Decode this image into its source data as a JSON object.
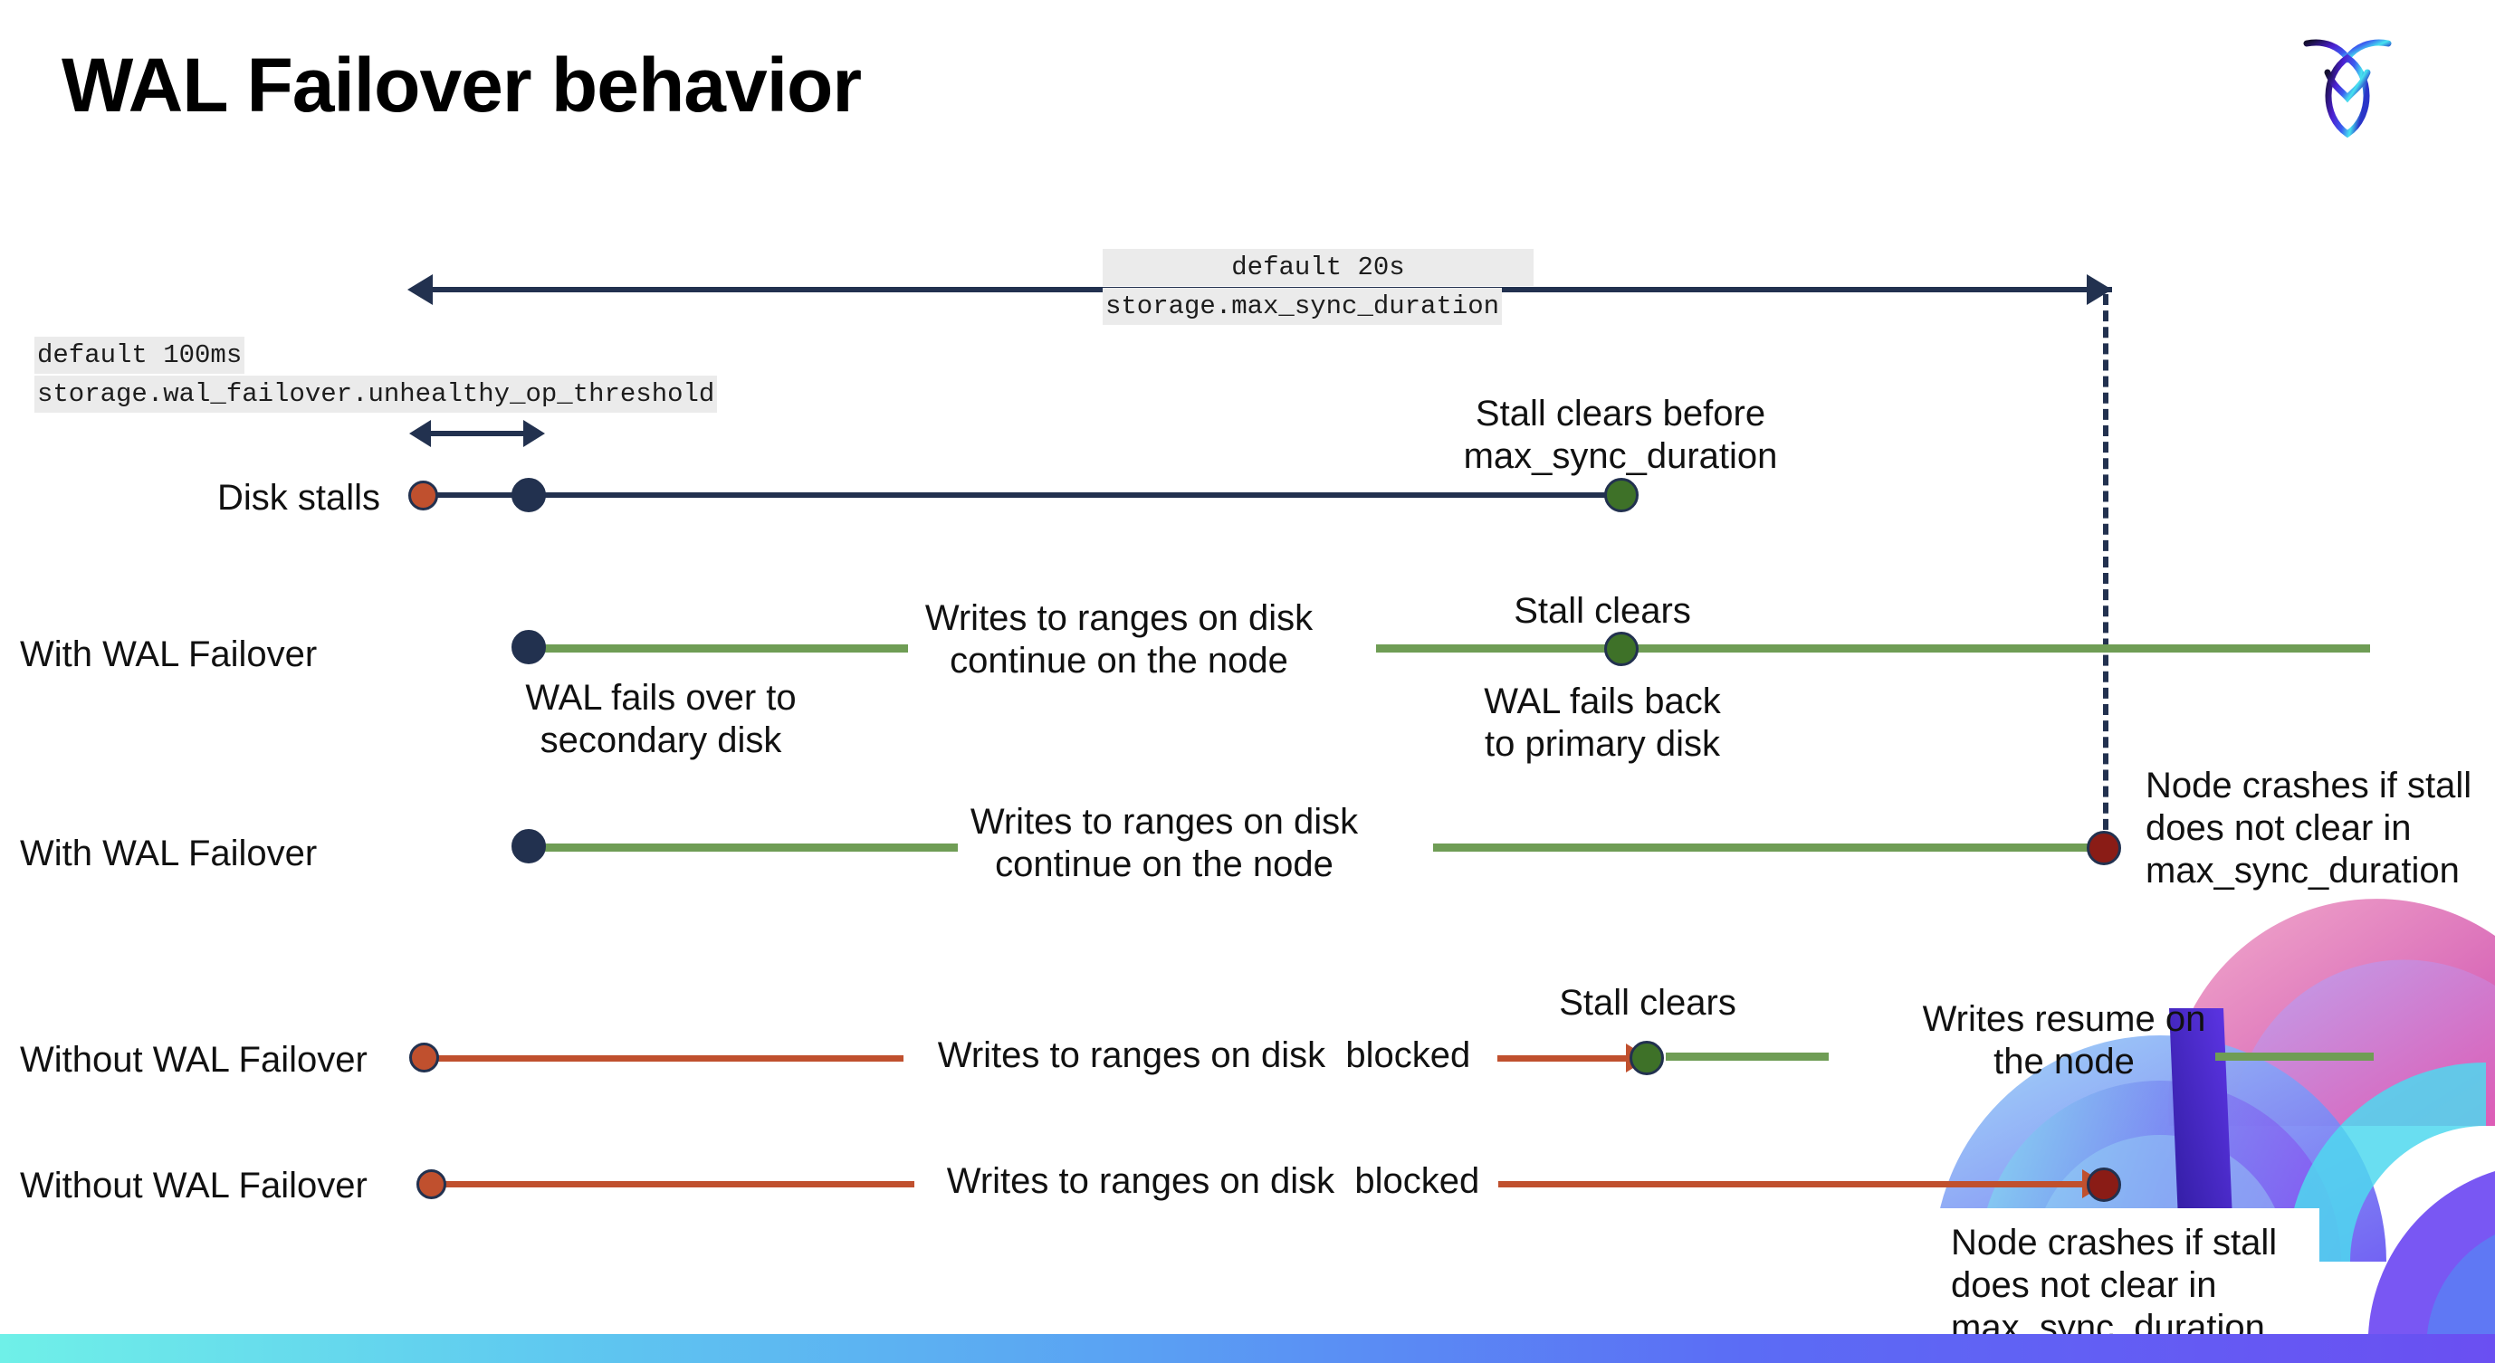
{
  "slide": {
    "title": "WAL Failover behavior",
    "logo_name": "cockroachdb-logo"
  },
  "annotations": {
    "max_sync_default": "default 20s",
    "max_sync_setting": "storage.max_sync_duration",
    "unhealthy_default": "default 100ms",
    "unhealthy_setting": "storage.wal_failover.unhealthy_op_threshold"
  },
  "rows": [
    {
      "label": "Disk stalls",
      "notes": [
        "Stall clears before\nmax_sync_duration"
      ]
    },
    {
      "label": "With WAL Failover",
      "notes": [
        "Writes to ranges on disk\ncontinue on the node",
        "Stall clears",
        "WAL fails over to\nsecondary disk",
        "WAL fails  back\nto primary disk"
      ]
    },
    {
      "label": "With WAL Failover",
      "notes": [
        "Writes to ranges on disk\ncontinue on the node",
        "Node crashes if stall\ndoes not clear in\nmax_sync_duration"
      ]
    },
    {
      "label": "Without WAL Failover",
      "notes": [
        "Writes to ranges on disk  blocked",
        "Stall clears",
        "Writes resume on\nthe node"
      ]
    },
    {
      "label": "Without WAL Failover",
      "notes": [
        "Writes to ranges on disk  blocked",
        "Node crashes if stall\ndoes not clear in\nmax_sync_duration"
      ]
    }
  ],
  "colors": {
    "navy": "#22314f",
    "green_line": "#6f9d55",
    "green_dot": "#3e7128",
    "orange": "#c0502e",
    "dark_red": "#8a1c16",
    "code_bg": "#ebebeb"
  }
}
